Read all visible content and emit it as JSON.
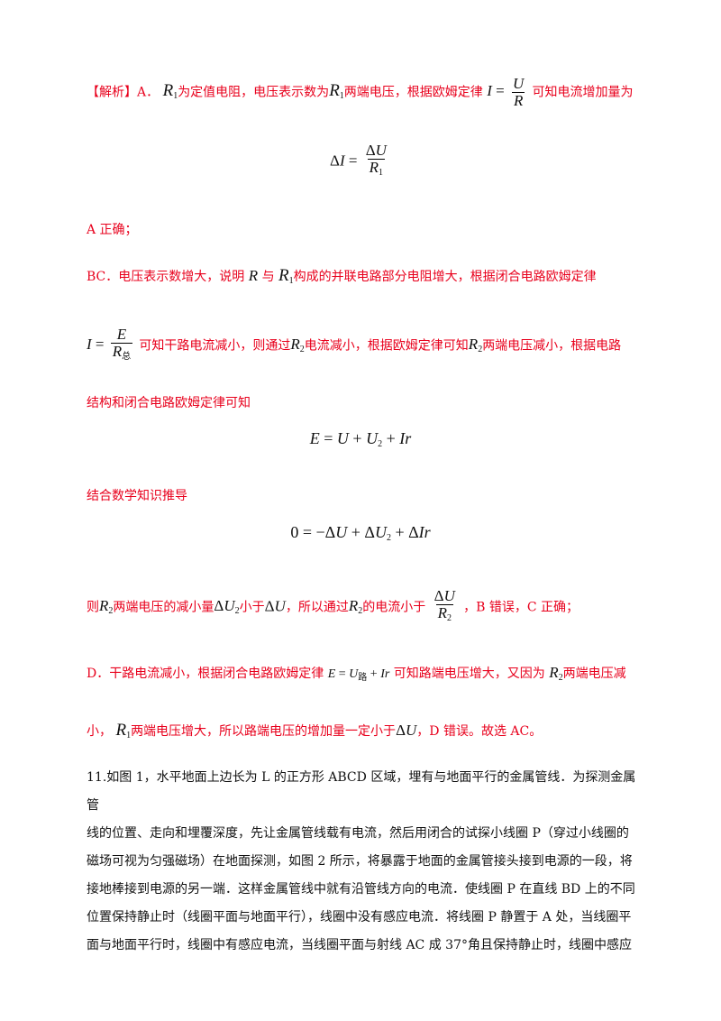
{
  "solution": {
    "tag": "【解析】",
    "a_label": "A．",
    "a_text1": "为定值电阻，电压表示数为",
    "a_text2": "两端电压，根据欧姆定律",
    "a_text3": "可知电流增加量为",
    "a_conclusion": "A 正确；",
    "bc_label": "BC．",
    "bc_text1": "电压表示数增大，说明",
    "bc_text2": "与",
    "bc_text3": "构成的并联电路部分电阻增大，根据闭合电路欧姆定律",
    "bc_text4": "可知干路电流减小，则通过",
    "bc_text5": "电流减小，根据欧姆定律可知",
    "bc_text6": "两端电压减小，根据电路",
    "bc_text7": "结构和闭合电路欧姆定律可知",
    "bc_text8": "结合数学知识推导",
    "bc_text9": "则",
    "bc_text10": "两端电压的减小量",
    "bc_text11": "小于",
    "bc_text12": "，所以通过",
    "bc_text13": "的电流小于",
    "bc_text14": "，B 错误，C 正确；",
    "d_label": "D．",
    "d_text1": "干路电流减小，根据闭合电路欧姆定律",
    "d_text2": "可知路端电压增大，又因为",
    "d_text3": "两端电压减",
    "d_text4": "小，",
    "d_text5": "两端电压增大，所以路端电压的增加量一定小于",
    "d_text6": "，D 错误。故选 AC。",
    "sub_zong": "总",
    "sub_lu": "路"
  },
  "question11": {
    "lines": [
      "11.如图 1，水平地面上边长为 L 的正方形 ABCD 区域，埋有与地面平行的金属管线．为探测金属管",
      "线的位置、走向和埋覆深度，先让金属管线载有电流，然后用闭合的试探小线圈 P（穿过小线圈的",
      "磁场可视为匀强磁场）在地面探测，如图 2 所示，将暴露于地面的金属管接头接到电源的一段，将",
      "接地棒接到电源的另一端．这样金属管线中就有沿管线方向的电流．使线圈 P 在直线 BD 上的不同",
      "位置保持静止时（线圈平面与地面平行），线圈中没有感应电流．将线圈 P 静置于 A 处，当线圈平",
      "面与地面平行时，线圈中有感应电流，当线圈平面与射线 AC 成 37°角且保持静止时，线圈中感应"
    ]
  }
}
